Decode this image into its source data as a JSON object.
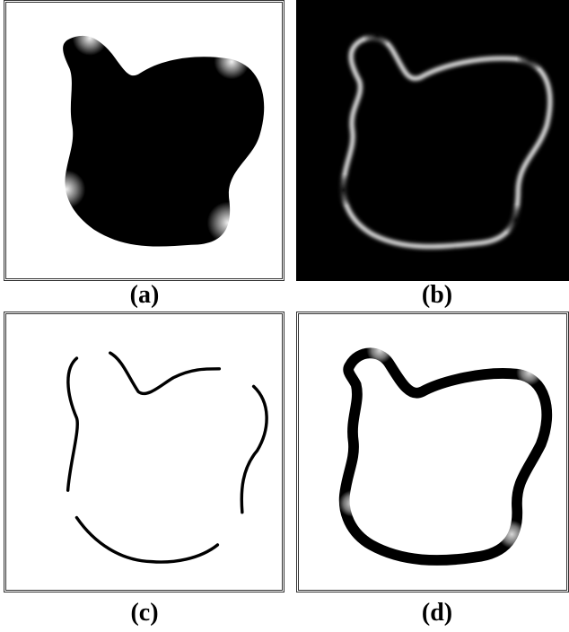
{
  "figure": {
    "panels": [
      {
        "label": "(a)",
        "content": "filled-silhouette"
      },
      {
        "label": "(b)",
        "content": "glowing-contour"
      },
      {
        "label": "(c)",
        "content": "broken-contour"
      },
      {
        "label": "(d)",
        "content": "thick-contour"
      }
    ],
    "colors": {
      "background": "#ffffff",
      "shape_fill": "#000000",
      "glow": "#f2f2f2",
      "frame": "#333333"
    }
  }
}
